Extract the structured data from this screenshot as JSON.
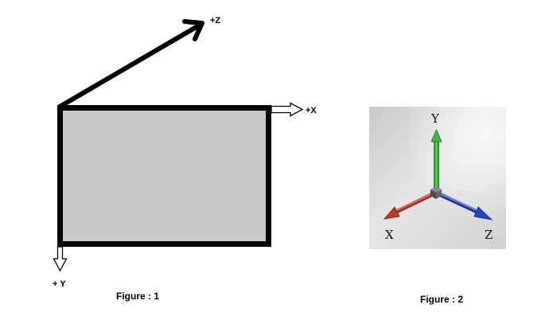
{
  "figure1": {
    "caption": "Figure : 1",
    "axis_z_label": "+Z",
    "axis_x_label": "+X",
    "axis_y_label": "+ Y",
    "rect_fill": "#c8c8c8",
    "outline_color": "#000000"
  },
  "figure2": {
    "caption": "Figure : 2",
    "axis_y_label": "Y",
    "axis_x_label": "X",
    "axis_z_label": "Z",
    "axis_colors": {
      "x": "#c0392b",
      "y": "#2e9e2e",
      "z": "#2a3fbf"
    }
  }
}
